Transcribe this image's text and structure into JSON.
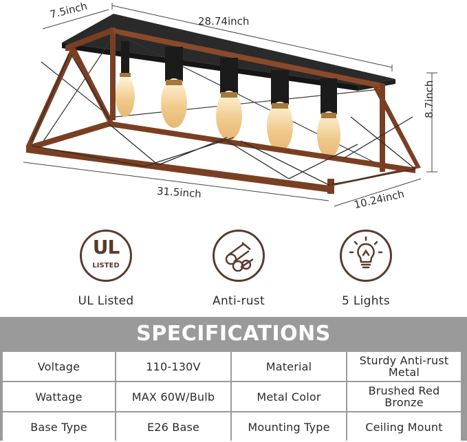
{
  "dimensions": {
    "top_width": "28.74inch",
    "top_depth": "7.5inch",
    "height": "8.7inch",
    "bottom_length": "31.5inch",
    "bottom_depth": "10.24inch"
  },
  "features": [
    {
      "label": "UL Listed",
      "icon": "ul-listed-icon",
      "badge_main": "UL",
      "badge_sub": "LISTED"
    },
    {
      "label": "Anti-rust",
      "icon": "metal-pipes-icon"
    },
    {
      "label": "5 Lights",
      "icon": "light-bulb-icon"
    }
  ],
  "specifications": {
    "title": "SPECIFICATIONS",
    "rows": [
      [
        "Voltage",
        "110-130V",
        "Material",
        "Sturdy Anti-rust Metal"
      ],
      [
        "Wattage",
        "MAX 60W/Bulb",
        "Metal Color",
        "Brushed Red Bronze"
      ],
      [
        "Base Type",
        "E26 Base",
        "Mounting Type",
        "Ceiling Mount"
      ]
    ]
  },
  "colors": {
    "frame_bronze": "#7a3f22",
    "matte_black": "#1e1e1e",
    "icon_brown": "#5a3a2c",
    "table_gray": "#9a9a9a"
  }
}
